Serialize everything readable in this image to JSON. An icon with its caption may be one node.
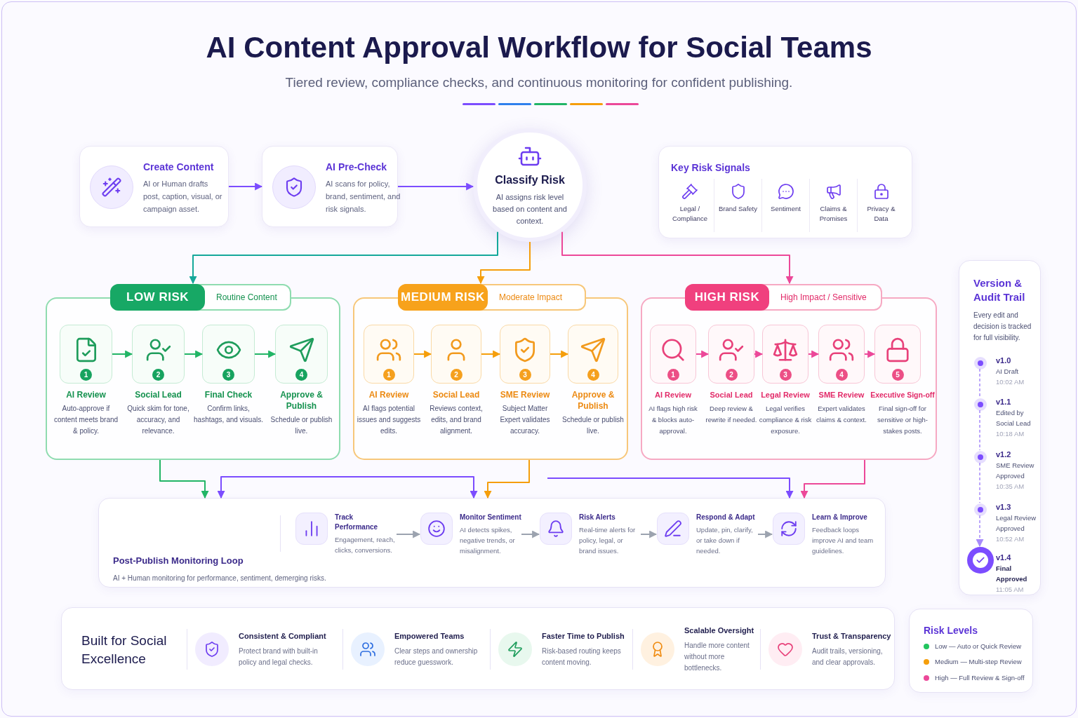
{
  "diagram": {
    "title": "AI Content Approval Workflow for Social Teams",
    "nodes": [
      {
        "text": [
          "Create Content",
          "AI or Human drafts post, caption, visual, or campaign asset."
        ]
      },
      {
        "text": [
          "AI Pre-Check",
          "AI scans for policy, brand, sentiment, and risk signals."
        ]
      },
      {
        "text": [
          "Classify Risk",
          "AI assigns risk level based on content and context."
        ]
      },
      {
        "text": [
          "Key Risk Signals"
        ]
      },
      {
        "text": [
          "Legal / Compliance"
        ],
        "in": 3
      },
      {
        "text": [
          "Brand Safety"
        ],
        "in": 3
      },
      {
        "text": [
          "Sentiment"
        ],
        "in": 3
      },
      {
        "text": [
          "Claims & Promises"
        ],
        "in": 3
      },
      {
        "text": [
          "Privacy & Data"
        ],
        "in": 3
      },
      {
        "text": [
          "LOW RISK",
          "Routine Content"
        ]
      },
      {
        "text": [
          "1"
        ],
        "in": 9,
        "beside": [
          "AI Review",
          "Auto-approve if content meets brand & policy."
        ]
      },
      {
        "text": [
          "2"
        ],
        "in": 9,
        "beside": [
          "Social Lead",
          "Quick skim for tone, accuracy, and relevance."
        ]
      },
      {
        "text": [
          "3"
        ],
        "in": 9,
        "beside": [
          "Final Check",
          "Confirm links, hashtags, and visuals."
        ]
      },
      {
        "text": [
          "4"
        ],
        "in": 9,
        "beside": [
          "Approve & Publish",
          "Schedule or publish live."
        ]
      },
      {
        "text": [
          "MEDIUM RISK",
          "Moderate Impact"
        ]
      },
      {
        "text": [
          "1"
        ],
        "in": 14,
        "beside": [
          "AI Review",
          "AI flags potential issues and suggests edits."
        ]
      },
      {
        "text": [
          "2"
        ],
        "in": 14,
        "beside": [
          "Social Lead",
          "Reviews context, edits, and brand alignment."
        ]
      },
      {
        "text": [
          "3"
        ],
        "in": 14,
        "beside": [
          "SME Review",
          "Subject Matter Expert validates accuracy."
        ]
      },
      {
        "text": [
          "4"
        ],
        "in": 14,
        "beside": [
          "Approve & Publish",
          "Schedule or publish live."
        ]
      },
      {
        "text": [
          "HIGH RISK",
          "High Impact / Sensitive"
        ]
      },
      {
        "text": [
          "1"
        ],
        "in": 19,
        "beside": [
          "AI Review",
          "AI flags high risk & blocks auto-approval."
        ]
      },
      {
        "text": [
          "2"
        ],
        "in": 19,
        "beside": [
          "Social Lead",
          "Deep review & rewrite if needed."
        ]
      },
      {
        "text": [
          "3"
        ],
        "in": 19,
        "beside": [
          "Legal Review",
          "Legal verifies compliance & risk exposure."
        ]
      },
      {
        "text": [
          "4"
        ],
        "in": 19,
        "beside": [
          "SME Review",
          "Expert validates claims & context."
        ]
      },
      {
        "text": [
          "5"
        ],
        "in": 19,
        "beside": [
          "Executive Sign-off",
          "Final sign-off for sensitive or high-stakes posts."
        ]
      },
      {
        "text": [
          "Post-Publish Monitoring Loop",
          "AI + Human monitoring for performance, sentiment, demerging risks."
        ]
      },
      {
        "text": [
          "Track Performance",
          "Engagement, reach, clicks, conversions."
        ],
        "in": 25
      },
      {
        "text": [
          "Monitor Sentiment",
          "AI detects spikes, negative trends, or misalignment."
        ],
        "in": 25
      },
      {
        "text": [
          "Risk Alerts",
          "Real-time alerts for policy, legal, or brand issues."
        ],
        "in": 25
      },
      {
        "text": [
          "Respond & Adapt",
          "Update, pin, clarify, or take down if needed."
        ],
        "in": 25
      },
      {
        "text": [
          "Learn & Improve",
          "Feedback loops improve AI and team guidelines."
        ],
        "in": 25
      },
      {
        "text": [
          "Version & Audit Trail",
          "Every edit and decision is tracked for full visibility."
        ]
      },
      {
        "text": [],
        "shape": "circle",
        "in": 31,
        "beside": [
          "v1.0",
          "AI Draft",
          "10:02 AM"
        ]
      },
      {
        "text": [],
        "shape": "circle",
        "in": 31,
        "beside": [
          "v1.1",
          "Edited by Social Lead",
          "10:18 AM"
        ]
      },
      {
        "text": [],
        "shape": "circle",
        "in": 31,
        "beside": [
          "v1.2",
          "SME Review Approved",
          "10:35 AM"
        ]
      },
      {
        "text": [],
        "shape": "circle",
        "in": 31,
        "beside": [
          "v1.3",
          "Legal Review Approved",
          "10:52 AM"
        ]
      },
      {
        "text": [],
        "shape": "circle",
        "in": 31,
        "beside": [
          "v1.4",
          "Final Approved",
          "11:05 AM"
        ]
      },
      {
        "text": [
          "Built for Social Excellence"
        ]
      },
      {
        "text": [
          "Consistent & Compliant",
          "Protect brand with built-in policy and legal checks."
        ],
        "in": 37
      },
      {
        "text": [
          "Empowered Teams",
          "Clear steps and ownership reduce guesswork."
        ],
        "in": 37
      },
      {
        "text": [
          "Faster Time to Publish",
          "Risk-based routing keeps content moving."
        ],
        "in": 37
      },
      {
        "text": [
          "Scalable Oversight",
          "Handle more content without more bottlenecks."
        ],
        "in": 37
      },
      {
        "text": [
          "Trust & Transparency",
          "Audit trails, versioning, and clear approvals."
        ],
        "in": 37
      },
      {
        "text": [
          "Risk Levels"
        ]
      }
    ],
    "edges": [
      {
        "from": 0,
        "to": 1,
        "arrow": "to",
        "color": "#7c4dff"
      },
      {
        "from": 1,
        "to": 2,
        "arrow": "to",
        "color": "#7c4dff"
      },
      {
        "from": 2,
        "to": 9,
        "arrow": "to",
        "color": "#14a89a"
      },
      {
        "from": 2,
        "to": 14,
        "arrow": "to",
        "color": "#f59e0b"
      },
      {
        "from": 2,
        "to": 19,
        "arrow": "to",
        "color": "#ec4899"
      },
      {
        "from": 10,
        "to": 11,
        "arrow": "to",
        "color": "#22b566"
      },
      {
        "from": 11,
        "to": 12,
        "arrow": "to",
        "color": "#22b566"
      },
      {
        "from": 12,
        "to": 13,
        "arrow": "to",
        "color": "#22b566"
      },
      {
        "from": 15,
        "to": 16,
        "arrow": "to",
        "color": "#f59e0b"
      },
      {
        "from": 16,
        "to": 17,
        "arrow": "to",
        "color": "#f59e0b"
      },
      {
        "from": 17,
        "to": 18,
        "arrow": "to",
        "color": "#f59e0b"
      },
      {
        "from": 20,
        "to": 21,
        "arrow": "to",
        "color": "#ec4899"
      },
      {
        "from": 21,
        "to": 22,
        "arrow": "to",
        "color": "#ec4899"
      },
      {
        "from": 22,
        "to": 23,
        "arrow": "to",
        "color": "#ec4899"
      },
      {
        "from": 23,
        "to": 24,
        "arrow": "to",
        "color": "#ec4899"
      },
      {
        "from": 9,
        "to": 25,
        "arrow": "to",
        "color": "#22b566"
      },
      {
        "from": 14,
        "to": 25,
        "arrow": "to",
        "color": "#f59e0b"
      },
      {
        "from": 19,
        "to": 25,
        "arrow": "to",
        "color": "#ec4899"
      },
      {
        "from": null,
        "to": 25,
        "arrow": "to",
        "color": "#7c4dff"
      },
      {
        "from": null,
        "to": 25,
        "arrow": "to",
        "color": "#7c4dff"
      },
      {
        "from": null,
        "to": 25,
        "arrow": "to",
        "color": "#7c4dff"
      },
      {
        "from": 26,
        "to": 27,
        "arrow": "to",
        "color": "#9ca3af"
      },
      {
        "from": 27,
        "to": 28,
        "arrow": "to",
        "color": "#9ca3af"
      },
      {
        "from": 28,
        "to": 29,
        "arrow": "to",
        "color": "#9ca3af"
      },
      {
        "from": 29,
        "to": 30,
        "arrow": "to",
        "color": "#9ca3af"
      },
      {
        "from": 32,
        "to": 33,
        "arrow": "none",
        "style": "dashed",
        "color": "#a78bfa"
      },
      {
        "from": 33,
        "to": 34,
        "arrow": "none",
        "style": "dashed",
        "color": "#a78bfa"
      },
      {
        "from": 34,
        "to": 35,
        "arrow": "none",
        "style": "dashed",
        "color": "#a78bfa"
      },
      {
        "from": 35,
        "to": 36,
        "arrow": "to",
        "style": "dashed",
        "color": "#a78bfa"
      }
    ],
    "labels": [
      "Tiered review, compliance checks, and continuous monitoring for confident publishing."
    ],
    "legend": [
      {
        "text": "Low — Auto or Quick Review",
        "color": "#22c55e"
      },
      {
        "text": "Medium — Multi-step Review",
        "color": "#f59e0b"
      },
      {
        "text": "High — Full Review & Sign-off",
        "color": "#ec4899"
      }
    ]
  }
}
